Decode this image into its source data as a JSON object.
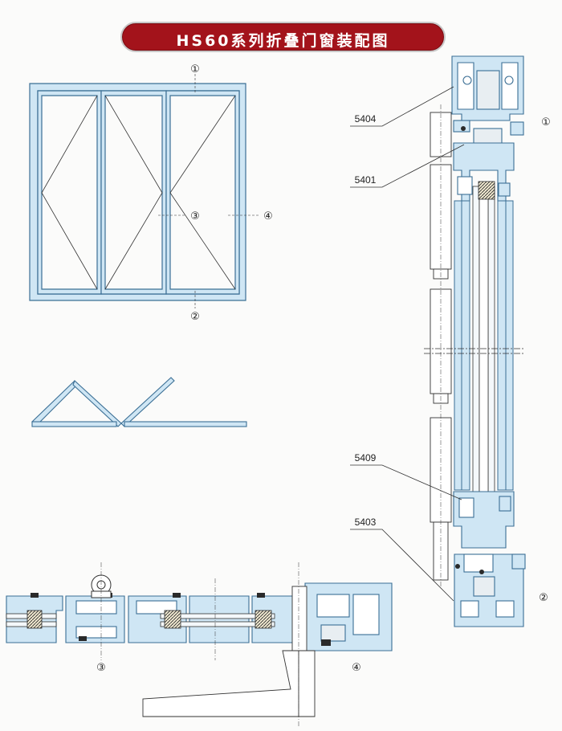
{
  "title": "HS60系列折叠门窗装配图",
  "colors": {
    "banner": "#a3131b",
    "profile_fill": "#cfe6f4",
    "profile_stroke": "#3b6f95",
    "line": "#333333",
    "seal": "#2a2a2a"
  },
  "markers": {
    "m1": "①",
    "m2": "②",
    "m3": "③",
    "m4": "④"
  },
  "part_labels": {
    "p5404": "5404",
    "p5401": "5401",
    "p5409": "5409",
    "p5403": "5403"
  }
}
